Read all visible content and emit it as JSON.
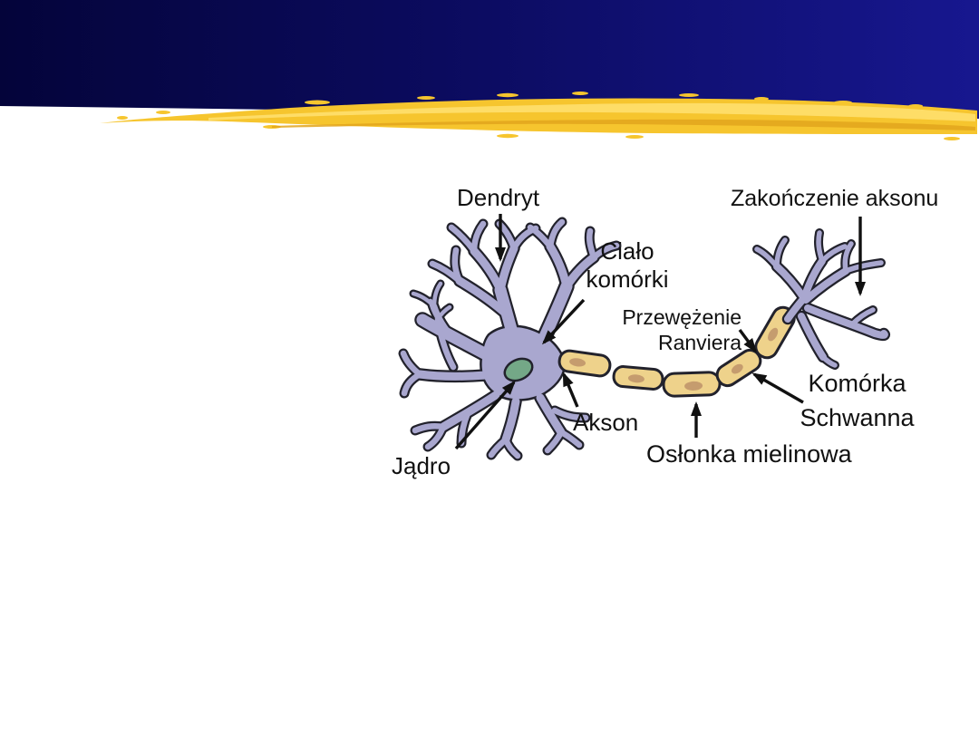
{
  "slide": {
    "kind": "presentation-slide",
    "background": "#ffffff"
  },
  "header": {
    "band": {
      "color_left": "#04043a",
      "color_mid": "#0b0b5e",
      "color_right": "#17178f"
    },
    "brush": {
      "color_base": "#f6c52e",
      "color_light": "#ffdf6e",
      "color_dark": "#e2a51c"
    }
  },
  "diagram": {
    "subject": "neuron-anatomy",
    "colors": {
      "cell_fill": "#a9a7cf",
      "outline": "#22222c",
      "myelin_fill": "#eed28b",
      "myelin_spot": "#c59c6e",
      "nucleus_fill": "#74a887",
      "arrow": "#111111",
      "label_text": "#111111"
    },
    "labels": {
      "dendryt": "Dendryt",
      "cialo_line1": "Ciało",
      "cialo_line2": "komórki",
      "zakonczenie": "Zakończenie aksonu",
      "przewezenie_line1": "Przewężenie",
      "przewezenie_line2": "Ranviera",
      "komorka_line1": "Komórka",
      "komorka_line2": "Schwanna",
      "oslonka": "Osłonka mielinowa",
      "akson": "Akson",
      "jadro": "Jądro"
    }
  }
}
